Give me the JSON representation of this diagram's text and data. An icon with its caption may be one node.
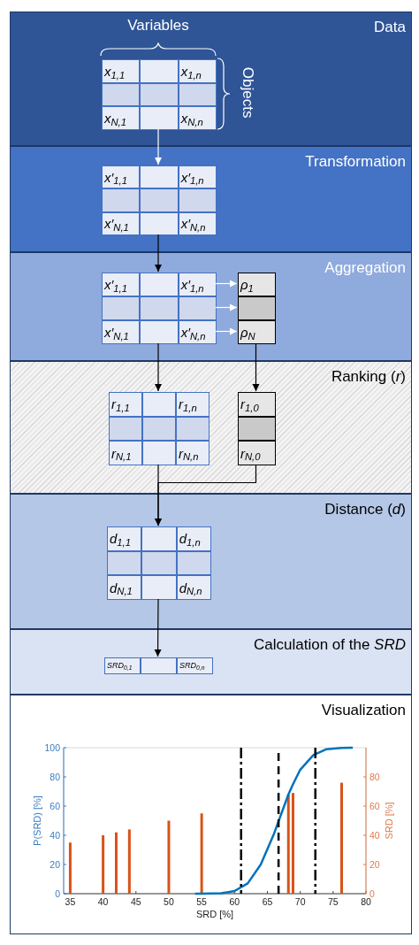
{
  "diagram": {
    "nodes": [
      {
        "text": [
          "Data"
        ]
      },
      {
        "text": [
          "x$_{1,1}$",
          "x$_{1,n}$",
          "x$_{N,1}$",
          "x$_{N,n}$"
        ],
        "in": 0
      },
      {
        "text": [
          "Transformation"
        ]
      },
      {
        "text": [
          "x′$_{1,1}$",
          "x′$_{1,n}$",
          "x′$_{N,1}$",
          "x′$_{N,n}$"
        ],
        "in": 2
      },
      {
        "text": [
          "Aggregation"
        ]
      },
      {
        "text": [
          "x′$_{1,1}$",
          "x′$_{1,n}$",
          "x′$_{N,1}$",
          "x′$_{N,n}$"
        ],
        "in": 4
      },
      {
        "text": [
          "ρ$_{1}$",
          "ρ$_{N}$"
        ],
        "in": 4
      },
      {
        "text": [
          "Ranking (*r*)"
        ]
      },
      {
        "text": [
          "r$_{1,1}$",
          "r$_{1,n}$",
          "r$_{N,1}$",
          "r$_{N,n}$"
        ],
        "in": 7
      },
      {
        "text": [
          "r$_{1,0}$",
          "r$_{N,0}$"
        ],
        "in": 7
      },
      {
        "text": [
          "Distance (*d*)"
        ]
      },
      {
        "text": [
          "d$_{1,1}$",
          "d$_{1,n}$",
          "d$_{N,1}$",
          "d$_{N,n}$"
        ],
        "in": 10
      },
      {
        "text": [
          "Calculation of the *SRD*"
        ]
      },
      {
        "text": [
          "SRD$_{0,1}$",
          "SRD$_{0,n}$"
        ],
        "in": 12
      },
      {
        "text": [
          "Visualization"
        ]
      }
    ],
    "edges": [
      {
        "from": 1,
        "to": 3,
        "arrow": "to",
        "color": "#ffffff"
      },
      {
        "from": 3,
        "to": 5,
        "arrow": "to"
      },
      {
        "from": 5,
        "to": 6,
        "arrow": "to",
        "color": "#ffffff"
      },
      {
        "from": 5,
        "to": 6,
        "arrow": "to",
        "color": "#ffffff"
      },
      {
        "from": 5,
        "to": 6,
        "arrow": "to",
        "color": "#ffffff"
      },
      {
        "from": 5,
        "to": 8,
        "arrow": "to"
      },
      {
        "from": 6,
        "to": 9,
        "arrow": "to"
      },
      {
        "from": 8,
        "to": 11,
        "arrow": "to"
      },
      {
        "from": 9,
        "to": 11,
        "arrow": "to"
      },
      {
        "from": 11,
        "to": 13,
        "arrow": "to"
      }
    ],
    "labels": [
      "Variables",
      "Objects"
    ],
    "chart_data": {
      "type": "bar",
      "xlabel": "SRD [%]",
      "ylabel": "P(SRD) [%]",
      "y2label": "SRD [%]",
      "x": [
        35,
        40,
        42,
        44,
        50,
        54,
        55,
        58,
        60,
        62,
        64,
        66,
        68.2,
        68.9,
        70,
        72,
        74,
        76.3,
        78
      ],
      "series": [
        {
          "color": "#d95319",
          "values": [
            35,
            40,
            42,
            44,
            50,
            null,
            55,
            null,
            null,
            null,
            null,
            null,
            68,
            69,
            null,
            null,
            null,
            76,
            null
          ]
        },
        {
          "type": "line",
          "color": "#0072bd",
          "values": [
            null,
            null,
            null,
            null,
            null,
            0,
            0,
            0.3,
            1.8,
            7,
            20,
            41,
            68,
            75,
            85,
            95,
            99,
            99.8,
            100
          ]
        }
      ],
      "xlim": [
        34,
        80
      ],
      "ylim": [
        0,
        100
      ],
      "xticks": [
        35,
        40,
        45,
        50,
        55,
        60,
        65,
        70,
        75,
        80
      ],
      "yticks": [
        0,
        20,
        40,
        60,
        80,
        100
      ],
      "y2lim": [
        0,
        100
      ],
      "y2ticks": [
        0,
        20,
        40,
        60,
        80
      ],
      "ref_lines": [
        {
          "axis": "x",
          "value": 61
        },
        {
          "axis": "x",
          "value": 66.7
        },
        {
          "axis": "x",
          "value": 72.3
        }
      ]
    }
  }
}
